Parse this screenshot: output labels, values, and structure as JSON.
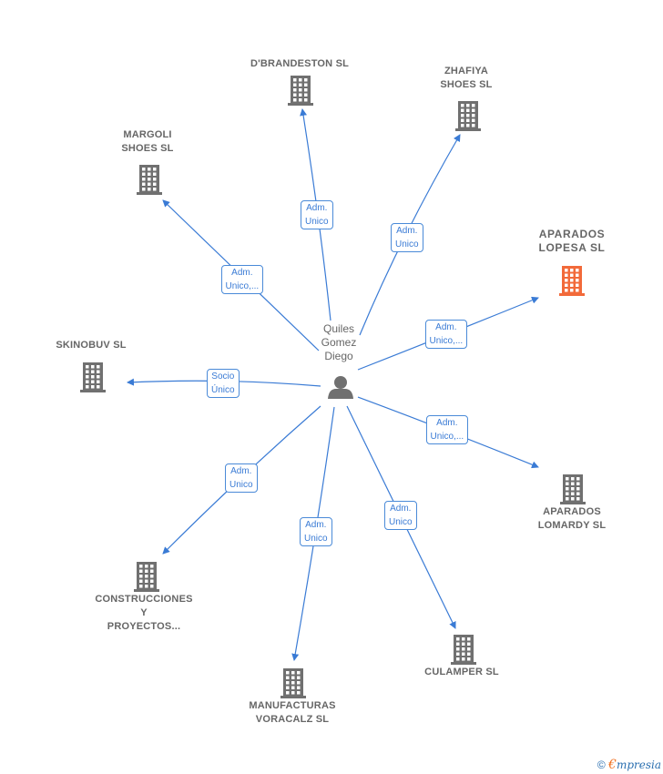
{
  "center": {
    "name": "Quiles\nGomez\nDiego",
    "icon": "person-icon",
    "color": "#707070"
  },
  "colors": {
    "edge": "#3a7bd5",
    "building": "#707070",
    "highlight": "#f26a3a",
    "label": "#666666"
  },
  "companies": [
    {
      "id": "dbrandeston",
      "name": "D'BRANDESTON SL",
      "relation": "Adm.\nUnico",
      "highlight": false
    },
    {
      "id": "zhafiya",
      "name": "ZHAFIYA\nSHOES SL",
      "relation": "Adm.\nUnico",
      "highlight": false
    },
    {
      "id": "margoli",
      "name": "MARGOLI\nSHOES  SL",
      "relation": "Adm.\nUnico,...",
      "highlight": false
    },
    {
      "id": "aparados-lopesa",
      "name": "APARADOS\nLOPESA  SL",
      "relation": "Adm.\nUnico,...",
      "highlight": true
    },
    {
      "id": "skinobuv",
      "name": "SKINOBUV  SL",
      "relation": "Socio\nÚnico",
      "highlight": false
    },
    {
      "id": "aparados-lomardy",
      "name": "APARADOS\nLOMARDY  SL",
      "relation": "Adm.\nUnico,...",
      "highlight": false
    },
    {
      "id": "construcciones",
      "name": "CONSTRUCCIONES\nY\nPROYECTOS...",
      "relation": "Adm.\nUnico",
      "highlight": false
    },
    {
      "id": "manufacturas",
      "name": "MANUFACTURAS\nVORACALZ  SL",
      "relation": "Adm.\nUnico",
      "highlight": false
    },
    {
      "id": "culamper",
      "name": "CULAMPER  SL",
      "relation": "Adm.\nUnico",
      "highlight": false
    }
  ],
  "footer": {
    "copyright": "©",
    "brand_first": "€",
    "brand_rest": "mpresia"
  }
}
